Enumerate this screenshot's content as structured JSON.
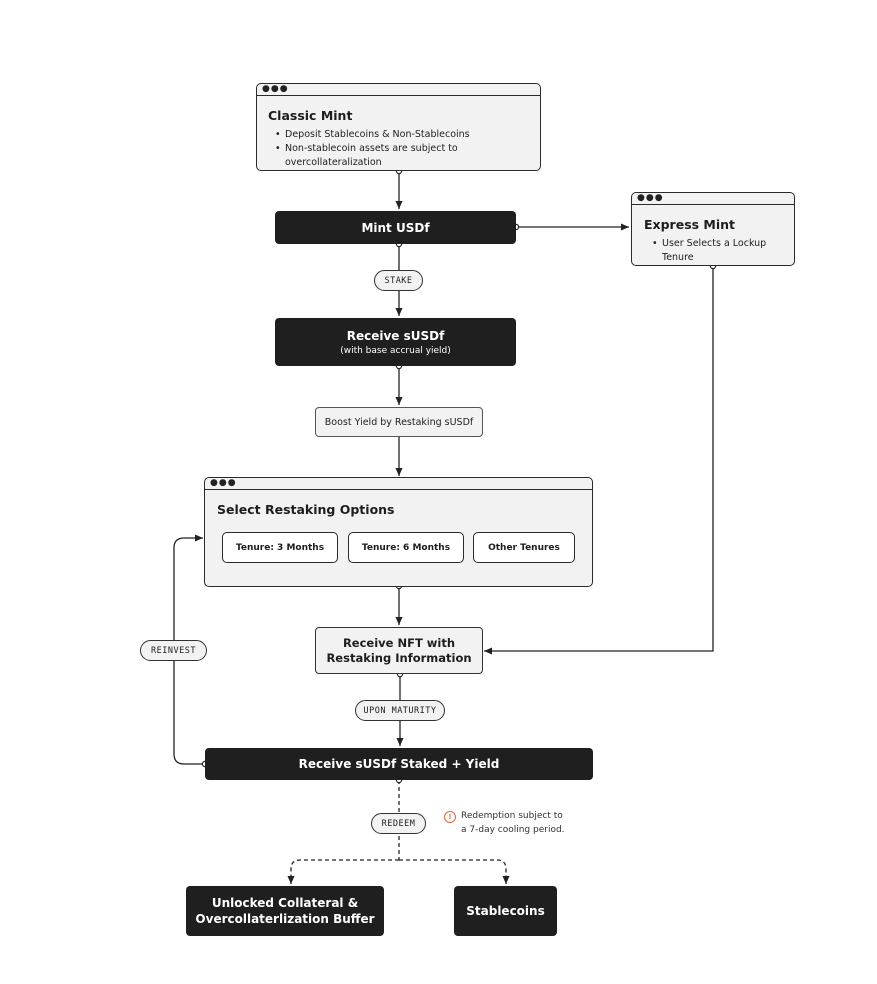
{
  "classic_mint": {
    "title": "Classic Mint",
    "bullets": [
      "Deposit Stablecoins & Non-Stablecoins",
      "Non-stablecoin assets are subject to overcollateralization"
    ]
  },
  "express_mint": {
    "title": "Express Mint",
    "bullets": [
      "User Selects a Lockup Tenure"
    ]
  },
  "mint_usdf": {
    "label": "Mint USDf"
  },
  "stake_pill": "STAKE",
  "receive_susdf": {
    "label": "Receive sUSDf",
    "sub": "(with base accrual yield)"
  },
  "boost_yield": "Boost Yield by Restaking sUSDf",
  "restaking": {
    "title": "Select Restaking Options",
    "options": [
      "Tenure: 3 Months",
      "Tenure: 6 Months",
      "Other Tenures"
    ]
  },
  "receive_nft": {
    "line1": "Receive NFT with",
    "line2": "Restaking Information"
  },
  "reinvest_pill": "REINVEST",
  "upon_maturity_pill": "UPON MATURITY",
  "receive_staked": "Receive sUSDf Staked + Yield",
  "redeem_pill": "REDEEM",
  "redemption_note": {
    "line1": "Redemption subject to",
    "line2": "a 7-day cooling period.",
    "icon": "warning-icon"
  },
  "unlocked": {
    "line1": "Unlocked Collateral &",
    "line2": "Overcollaterlization Buffer"
  },
  "stablecoins": "Stablecoins",
  "colors": {
    "dark": "#1f1f1f",
    "light": "#f2f2f2",
    "warning": "#e0663c"
  }
}
